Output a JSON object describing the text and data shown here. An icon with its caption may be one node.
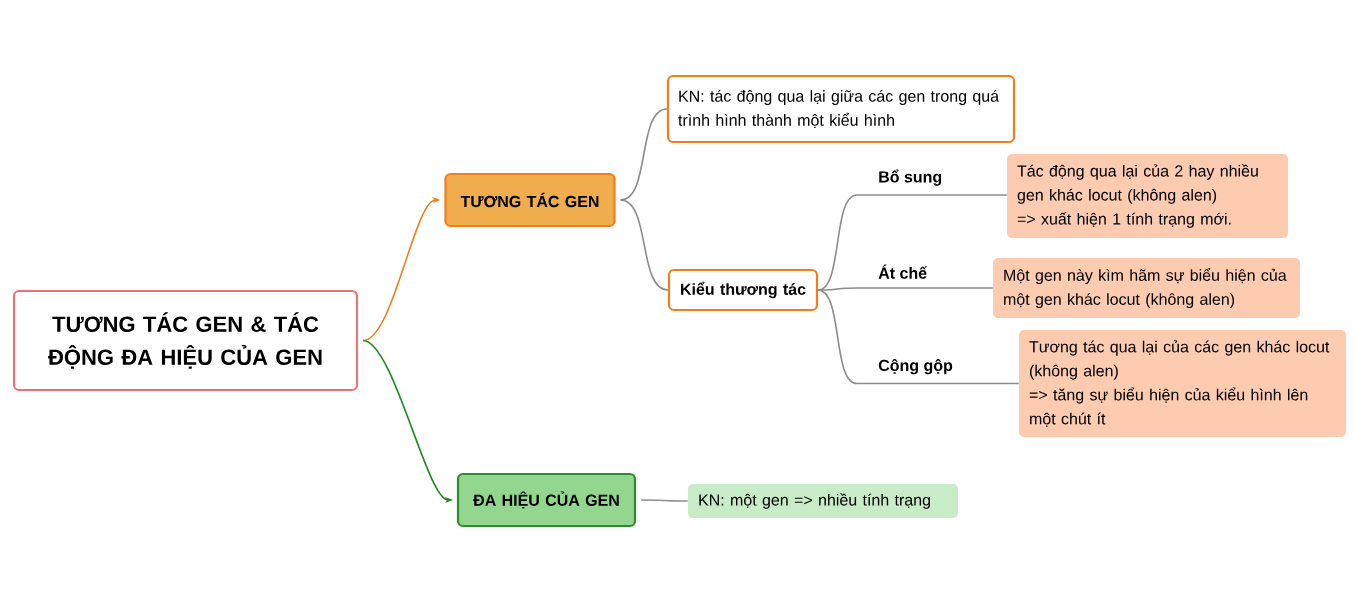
{
  "diagram": {
    "nodes": [
      {
        "text": [
          "TƯƠNG TÁC GEN & TÁC ĐỘNG ĐA HIỆU CỦA GEN"
        ]
      },
      {
        "text": [
          "TƯƠNG TÁC GEN"
        ]
      },
      {
        "text": [
          "KN: tác động qua lại giữa các gen trong quá trình hình thành một kiểu hình"
        ]
      },
      {
        "text": [
          "Kiểu thương tác"
        ]
      },
      {
        "text": [
          "Tác động qua lại của 2 hay nhiều gen khác locut (không alen)",
          "=> xuất hiện 1 tính trạng mới."
        ]
      },
      {
        "text": [
          "Một gen này kìm hãm sự biểu hiện của một gen khác locut (không alen)"
        ]
      },
      {
        "text": [
          "Tương tác qua lại của các gen khác locut (không alen)",
          "=> tăng sự biểu hiện của kiểu hình lên một chút ít"
        ]
      },
      {
        "text": [
          "ĐA HIỆU CỦA GEN"
        ]
      },
      {
        "text": [
          "KN: một gen => nhiều tính trạng"
        ]
      }
    ],
    "edges": [
      {
        "from": 0,
        "to": 1,
        "arrow": "to",
        "color": "#f07f1b"
      },
      {
        "from": 0,
        "to": 7,
        "arrow": "to",
        "color": "#1e8a1e"
      },
      {
        "from": 1,
        "to": 2,
        "arrow": "none"
      },
      {
        "from": 1,
        "to": 3,
        "arrow": "none"
      },
      {
        "from": 3,
        "to": 4,
        "arrow": "none",
        "label": "Bổ sung"
      },
      {
        "from": 3,
        "to": 5,
        "arrow": "none",
        "label": "Át chế"
      },
      {
        "from": 3,
        "to": 6,
        "arrow": "none",
        "label": "Cộng gộp"
      },
      {
        "from": 7,
        "to": 8,
        "arrow": "none"
      }
    ]
  }
}
